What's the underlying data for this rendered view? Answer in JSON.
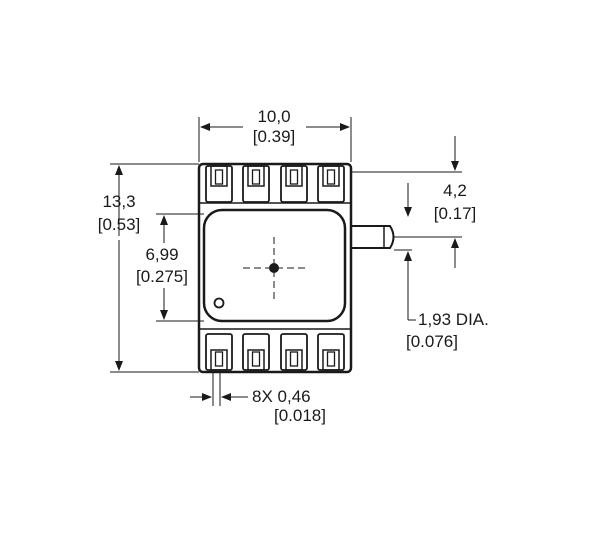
{
  "diagram": {
    "type": "mechanical package outline drawing",
    "pin_count_per_side": 4,
    "dimensions": {
      "body_width": {
        "metric": "10,0",
        "imperial": "[0.39]"
      },
      "overall_height": {
        "metric": "13,3",
        "imperial": "[0.53]"
      },
      "body_height": {
        "metric": "6,99",
        "imperial": "[0.275]"
      },
      "port_offset": {
        "metric": "4,2",
        "imperial": "[0.17]"
      },
      "port_diameter": {
        "metric": "1,93 DIA.",
        "imperial": "[0.076]"
      },
      "lead_width": {
        "metric": "8X 0,46",
        "imperial": "[0.018]"
      }
    },
    "colors": {
      "ink": "#1a1a1a",
      "background": "#ffffff"
    }
  }
}
